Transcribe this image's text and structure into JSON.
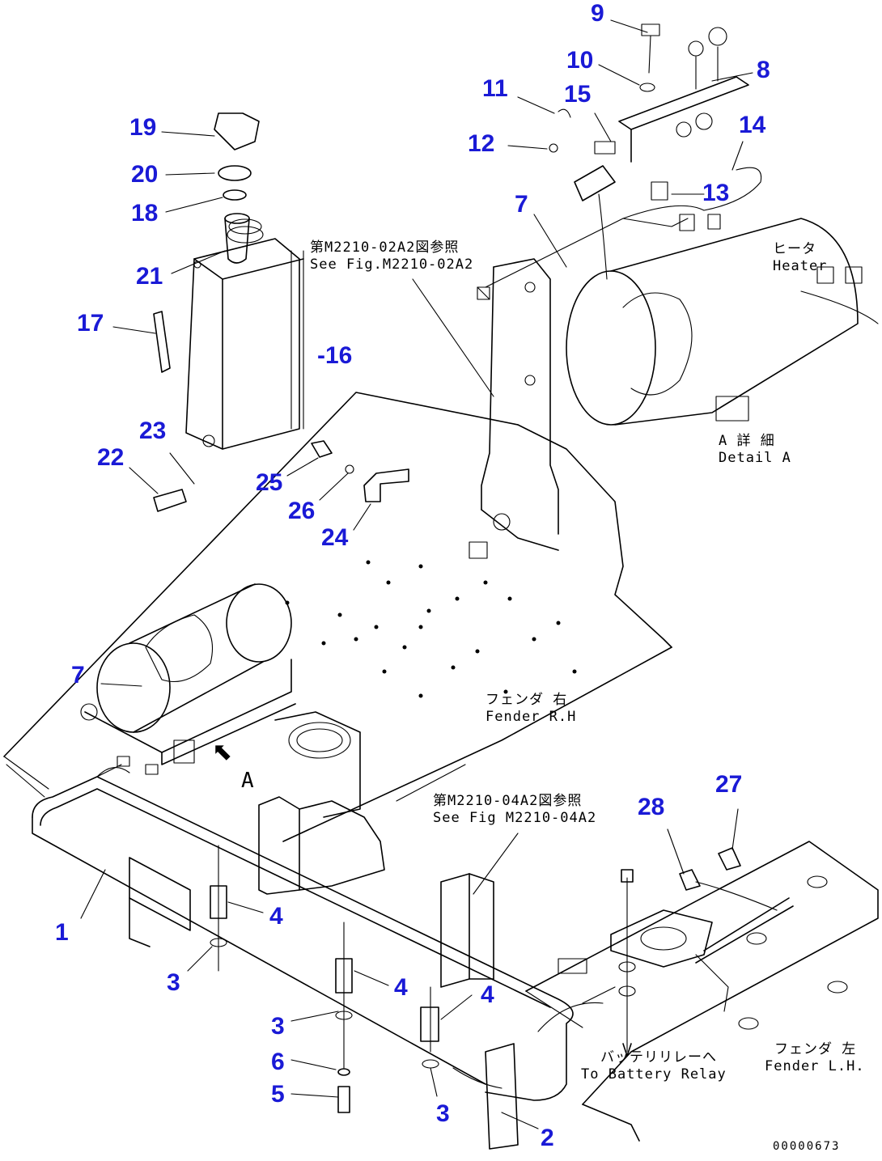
{
  "callouts": {
    "c1": "1",
    "c2": "2",
    "c3a": "3",
    "c3b": "3",
    "c3c": "3",
    "c4a": "4",
    "c4b": "4",
    "c4c": "4",
    "c5": "5",
    "c6": "6",
    "c7a": "7",
    "c7b": "7",
    "c8": "8",
    "c9": "9",
    "c10": "10",
    "c11": "11",
    "c12": "12",
    "c13": "13",
    "c14": "14",
    "c15": "15",
    "c16": "-16",
    "c17": "17",
    "c18": "18",
    "c19": "19",
    "c20": "20",
    "c21": "21",
    "c22": "22",
    "c23": "23",
    "c24": "24",
    "c25": "25",
    "c26": "26",
    "c27": "27",
    "c28": "28"
  },
  "notes": {
    "see_fig_1": {
      "jp": "第M2210-02A2図参照",
      "en": "See Fig.M2210-02A2"
    },
    "see_fig_2": {
      "jp": "第M2210-04A2図参照",
      "en": "See Fig M2210-04A2"
    },
    "heater": {
      "jp": "ヒータ",
      "en": "Heater"
    },
    "detail_a": {
      "jp": "A 詳 細",
      "en": "Detail A"
    },
    "fender_rh": {
      "jp": "フェンダ 右",
      "en": "Fender R.H"
    },
    "fender_lh": {
      "jp": "フェンダ 左",
      "en": "Fender L.H."
    },
    "battery_relay": {
      "jp": "バッテリリレーへ",
      "en": "To Battery Relay"
    }
  },
  "view_marker": {
    "letter": "A",
    "arrow": "⬉"
  },
  "drawing_number": "00000673",
  "colors": {
    "callout": "#1a1ad6",
    "line": "#000000",
    "background": "#ffffff"
  }
}
